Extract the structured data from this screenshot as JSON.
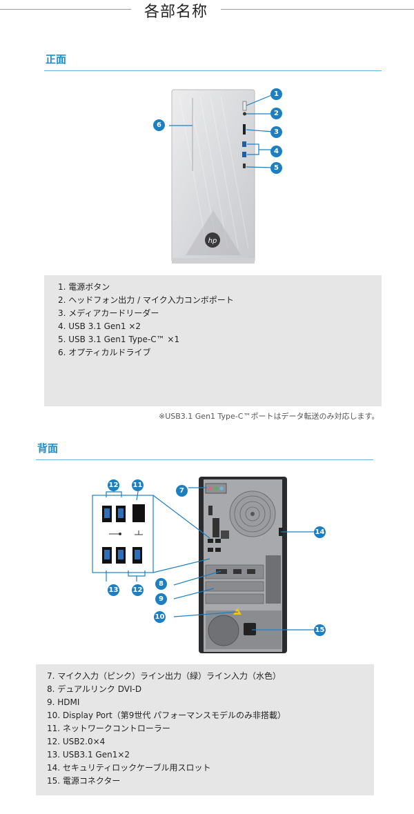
{
  "page_title": "各部名称",
  "front": {
    "heading": "正面",
    "items": [
      "1. 電源ボタン",
      "2. ヘッドフォン出力 / マイク入力コンボポート",
      "3. メディアカードリーダー",
      "4. USB 3.1 Gen1 ×2",
      "5. USB 3.1 Gen1 Type-C™ ×1",
      "6. オプティカルドライブ"
    ],
    "callouts": [
      "1",
      "2",
      "3",
      "4",
      "5",
      "6"
    ],
    "logo_text": "hp",
    "note": "※USB3.1 Gen1 Type-C™ポートはデータ転送のみ対応します。"
  },
  "back": {
    "heading": "背面",
    "items": [
      "7. マイク入力（ピンク）ライン出力（緑）ライン入力（水色）",
      "8. デュアルリンク DVI-D",
      "9. HDMI",
      "10. Display Port（第9世代 パフォーマンスモデルのみ非搭載）",
      "11. ネットワークコントローラー",
      "12. USB2.0×4",
      "13. USB3.1 Gen1×2",
      "14. セキュリティロックケーブル用スロット",
      "15. 電源コネクター"
    ],
    "callouts": [
      "7",
      "8",
      "9",
      "10",
      "11",
      "12",
      "12",
      "13",
      "14",
      "15"
    ]
  },
  "colors": {
    "accent": "#1a8fd0",
    "badge": "#1b7fc1",
    "list_bg": "#e6e6e6"
  },
  "icons": [
    "usb-icon",
    "network-icon",
    "hp-logo-icon"
  ]
}
